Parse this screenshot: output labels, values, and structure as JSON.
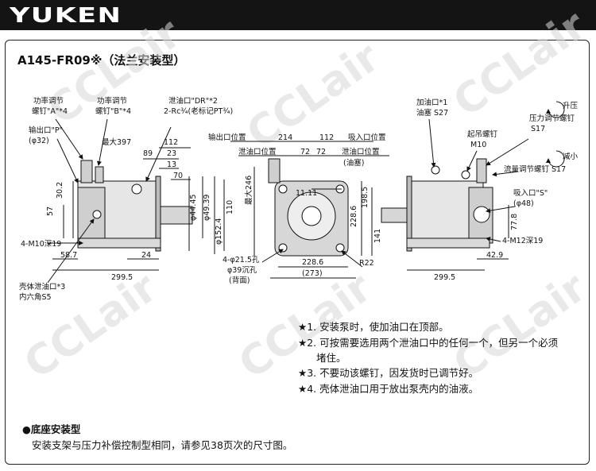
{
  "header": {
    "brand": "YUKEN"
  },
  "title": "A145-FR09※（法兰安装型）",
  "watermark": "CCLair",
  "labels": {
    "adj_a": "功率调节",
    "adj_a2": "螺钉\"A\"*4",
    "adj_b": "功率调节",
    "adj_b2": "螺钉\"B\"*4",
    "drain": "泄油口\"DR\"*2",
    "drain2": "2-Rc¾(老标记PT¾)",
    "outlet": "输出口\"P\"",
    "outlet2": "(φ32)",
    "max397": "最大397",
    "d112a": "112",
    "d89": "89",
    "d23": "23",
    "d13": "13",
    "d70": "70",
    "shaft1": "φ44.45",
    "shaft2": "φ49.39",
    "shaft3": "φ152.4",
    "d110": "110",
    "d30_2": "30.2",
    "d57": "57",
    "m10": "4-M10深19",
    "d58_7": "58.7",
    "d24": "24",
    "d299_5a": "299.5",
    "case_drain": "壳体泄油口*3",
    "hex": "内六角S5",
    "outpos": "输出口位置",
    "d214": "214",
    "d112b": "112",
    "inpos": "吸入口位置",
    "drainpos": "泄油口位置",
    "d72a": "72",
    "d72b": "72",
    "drainpos2": "泄油口位置",
    "plug": "(油塞)",
    "max246": "最大246",
    "d11_11": "11.11",
    "d198_5": "198.5",
    "d228_6v": "228.6",
    "d141": "141",
    "hole": "4-φ21.5孔",
    "hole2": "φ39沉孔",
    "hole3": "(背面)",
    "d228_6h": "228.6",
    "d273": "(273)",
    "r22": "R22",
    "fill": "加油口*1",
    "fill2": "油塞 S27",
    "eye": "起吊螺钉",
    "eye2": "M10",
    "up": "升压",
    "prs": "压力调节螺钉",
    "s17a": "S17",
    "down": "减小",
    "flow": "流量调节螺钉 S17",
    "inlet": "吸入口\"S\"",
    "inlet2": "(φ48)",
    "d77_8": "77.8",
    "m12": "4-M12深19",
    "d42_9": "42.9",
    "d299_5b": "299.5"
  },
  "notes": [
    "★1. 安装泵时，使加油口在顶部。",
    "★2. 可按需要选用两个泄油口中的任何一个，但另一个必须",
    "堵住。",
    "★3. 不要动该螺钉，因发货时已调节好。",
    "★4. 壳体泄油口用于放出泵壳内的油液。"
  ],
  "section": {
    "title": "●底座安装型",
    "text": "安装支架与压力补偿控制型相同，请参见38页次的尺寸图。"
  }
}
